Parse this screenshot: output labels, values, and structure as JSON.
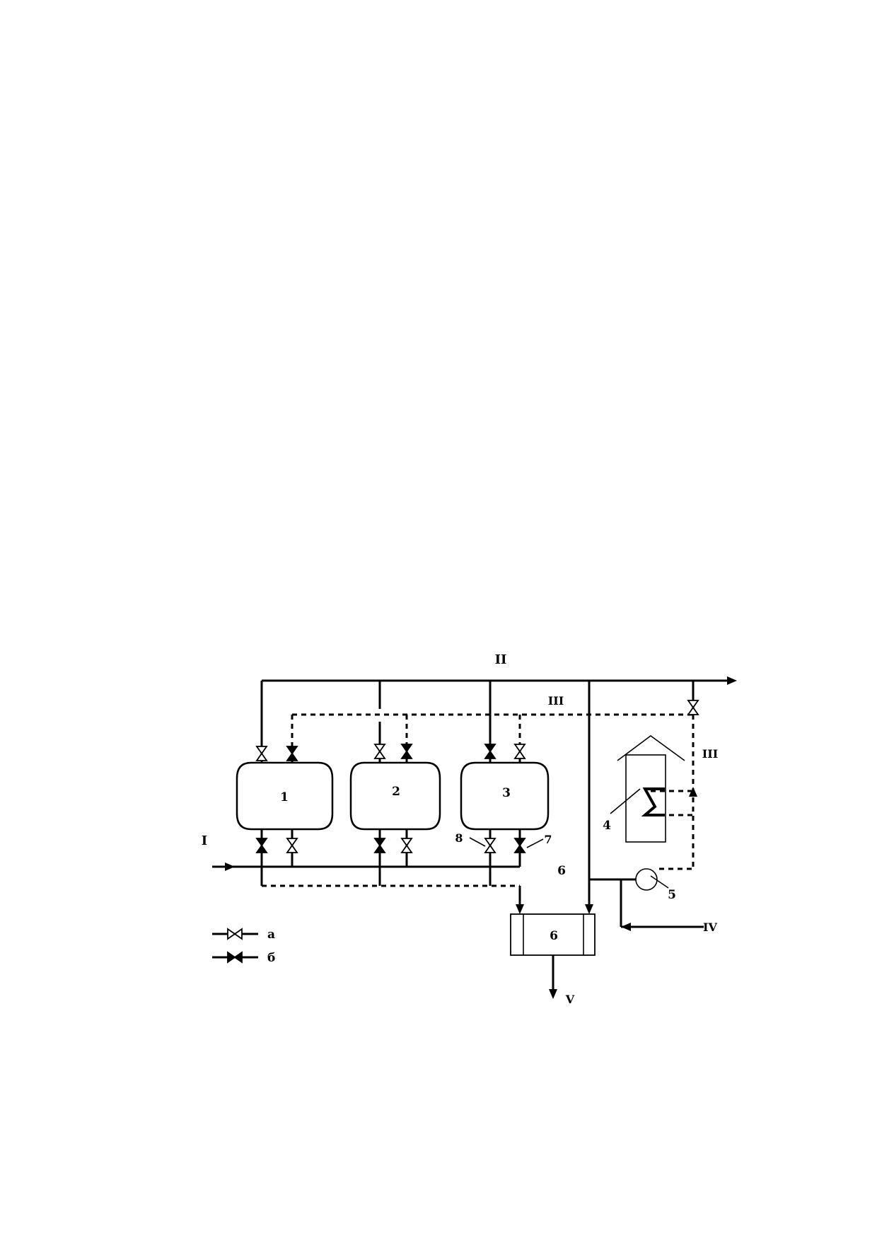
{
  "labels": {
    "stream_I": "I",
    "stream_II": "II",
    "stream_III_top": "III",
    "stream_III_right": "III",
    "stream_IV": "IV",
    "stream_V": "V",
    "vessel_1": "1",
    "vessel_2": "2",
    "vessel_3": "3",
    "unit_4": "4",
    "unit_5": "5",
    "unit_6": "6",
    "callout_6": "6",
    "callout_7": "7",
    "callout_8": "8"
  },
  "legend": {
    "open_valve": "а",
    "closed_valve": "б"
  },
  "colors": {
    "line": "#000000",
    "background": "#ffffff"
  },
  "icons": {
    "open_valve": "valve-open-icon",
    "closed_valve": "valve-closed-icon",
    "pump": "pump-icon",
    "furnace": "furnace-icon"
  }
}
